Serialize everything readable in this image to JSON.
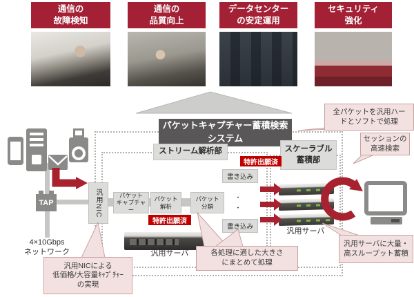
{
  "benefits": [
    {
      "label": "通信の\n故障検知"
    },
    {
      "label": "通信の\n品質向上"
    },
    {
      "label": "データセンター\nの安定運用"
    },
    {
      "label": "セキュリティ\n強化"
    }
  ],
  "system": {
    "title": "パケットキャプチャー蓄積検索\nシステム",
    "stream_section": "ストリーム解析部",
    "scalable_section": "スケーラブル\n蓄積部",
    "patent_badge": "特許出願済",
    "nic": "汎用NIC",
    "process_steps": [
      "パケット\nキャプチャー",
      "パケット\n解析",
      "パケット\n分類"
    ],
    "write_label": "書き込み",
    "ellipsis": "・\n・",
    "server_label_stream": "汎用サーバ",
    "server_label_scalable": "汎用サーバ"
  },
  "network": {
    "tap": "TAP",
    "bandwidth": "4×10Gbps\nネットワーク"
  },
  "callouts": {
    "all_packets": "全パケットを汎用ハー\nドとソフトで処理",
    "session_search": "セッションの\n高速検索",
    "high_throughput": "汎用サーバに大量・\n高スループット蓄積",
    "batch_processing": "各処理に適した大きさ\nにまとめて処理",
    "nic_capture": "汎用NICによる\n低価格/大容量ｷｬﾌﾟﾁｬｰ\nの実現"
  },
  "icons": {
    "smartphone": "smartphone-icon",
    "desktop_tower": "desktop-tower-icon",
    "mail": "mail-envelope-icon",
    "camera": "camera-icon",
    "tap": "network-tap-icon",
    "rack_server": "rack-server-icon",
    "monitor": "monitor-icon",
    "up_arrow": "up-arrow-shape",
    "cycle_arrow": "c-cycle-arrow-icon",
    "flow_arrow": "red-flow-arrow-icon"
  },
  "colors": {
    "benefit_red": "#a32035",
    "badge_red": "#c00000",
    "title_gray": "#595757",
    "panel_gray": "#dcdcda",
    "callout_pink": "#f3e1e1",
    "callout_border": "#c9a0a0",
    "arrow_red": "#a8212f",
    "line_gray": "#c6c6c4",
    "icon_gray": "#8a8a88"
  }
}
